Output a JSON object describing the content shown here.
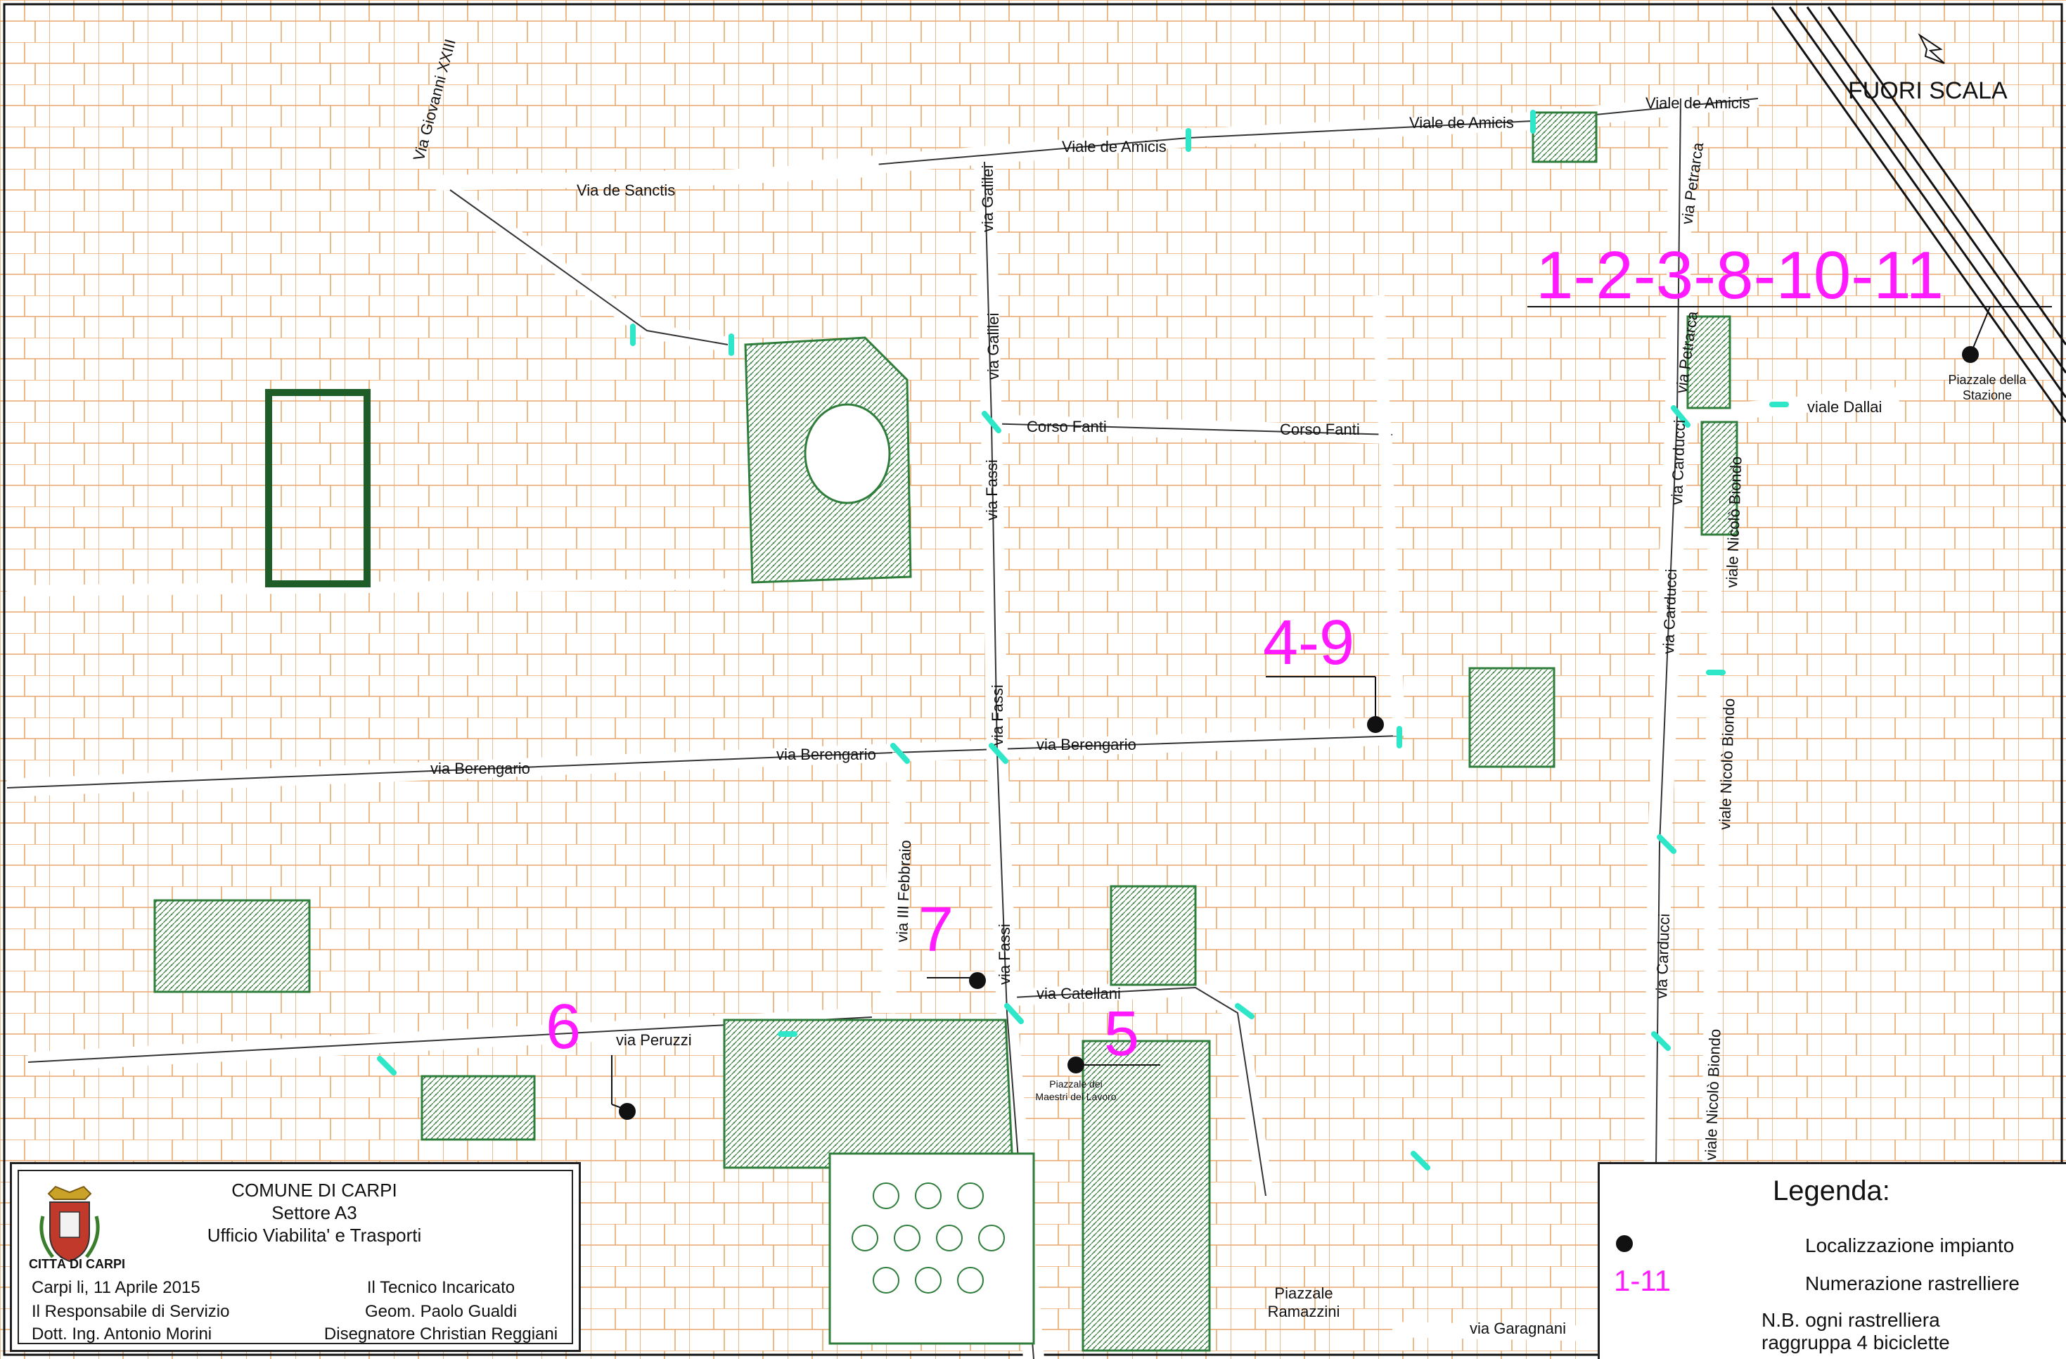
{
  "map": {
    "scale_note": "FUORI SCALA",
    "colors": {
      "block_lines": "#e8a86e",
      "cycle_path": "#2ee6c8",
      "parks": "#2f7d3b",
      "markers": "#111111",
      "numbers": "#ff1aff"
    },
    "streets": [
      "Viale de Amicis",
      "Viale de Amicis",
      "Viale de Amicis",
      "Via Giovanni XXIII",
      "Via de Sanctis",
      "via Galilei",
      "via Galilei",
      "Corso Fanti",
      "Corso Fanti",
      "via Fassi",
      "via Fassi",
      "via Fassi",
      "via Berengario",
      "via Berengario",
      "via Berengario",
      "via III Febbraio",
      "via Catellani",
      "via Peruzzi",
      "via Petrarca",
      "via Petrarca",
      "viale Dallai",
      "via Carducci",
      "via Carducci",
      "via Carducci",
      "viale Nicolò Biondo",
      "viale Nicolò Biondo",
      "viale Nicolò Biondo",
      "via Garagnani"
    ],
    "places": {
      "stazione_line1": "Piazzale della",
      "stazione_line2": "Stazione",
      "maestri_line1": "Piazzale dei",
      "maestri_line2": "Maestri del Lavoro",
      "ramazzini_line1": "Piazzale",
      "ramazzini_line2": "Ramazzini"
    },
    "markers": {
      "group_1": "1-2-3-8-10-11",
      "group_2": "4-9",
      "group_3": "7",
      "group_4": "6",
      "group_5": "5"
    }
  },
  "title_block": {
    "org": "COMUNE DI CARPI",
    "sector": "Settore A3",
    "office": "Ufficio Viabilita' e Trasporti",
    "crest_caption": "CITTÀ DI CARPI",
    "date": "Carpi li, 11 Aprile 2015",
    "resp_role": "Il Responsabile di Servizio",
    "resp_name": "Dott. Ing. Antonio Morini",
    "tech_role": "Il Tecnico Incaricato",
    "tech_name": "Geom. Paolo Gualdi",
    "drafter": "Disegnatore Christian Reggiani"
  },
  "legend": {
    "title": "Legenda:",
    "item_1": "Localizzazione impianto",
    "item_2_symbol": "1-11",
    "item_2": "Numerazione rastrelliere",
    "note_line1": "N.B. ogni rastrelliera",
    "note_line2": "raggruppa 4 biciclette"
  }
}
